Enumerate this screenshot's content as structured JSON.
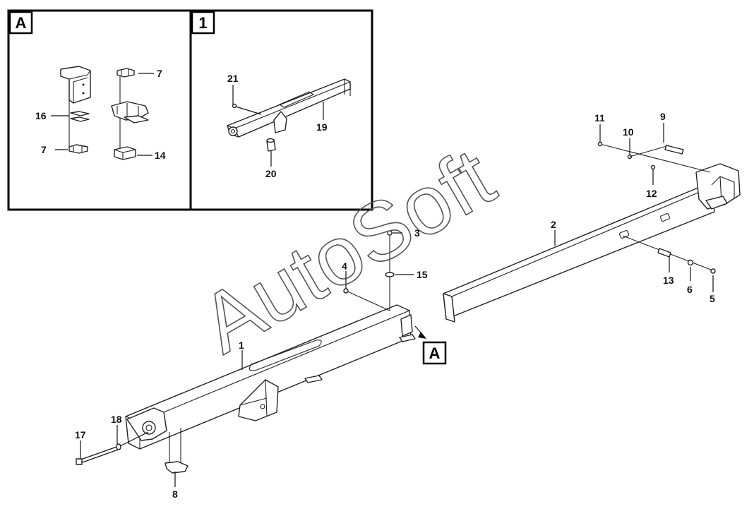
{
  "inset_panels": [
    {
      "tag": "A"
    },
    {
      "tag": "1"
    }
  ],
  "detail_tag": "A",
  "watermark": "AutoSoft",
  "callouts": {
    "c1": "1",
    "c2": "2",
    "c3": "3",
    "c4": "4",
    "c5": "5",
    "c6": "6",
    "c7a": "7",
    "c7b": "7",
    "c8": "8",
    "c9": "9",
    "c10": "10",
    "c11": "11",
    "c12": "12",
    "c13": "13",
    "c14": "14",
    "c15": "15",
    "c16": "16",
    "c17": "17",
    "c18": "18",
    "c19": "19",
    "c20": "20",
    "c21": "21"
  },
  "colors": {
    "line": "#222222",
    "background": "#ffffff"
  }
}
